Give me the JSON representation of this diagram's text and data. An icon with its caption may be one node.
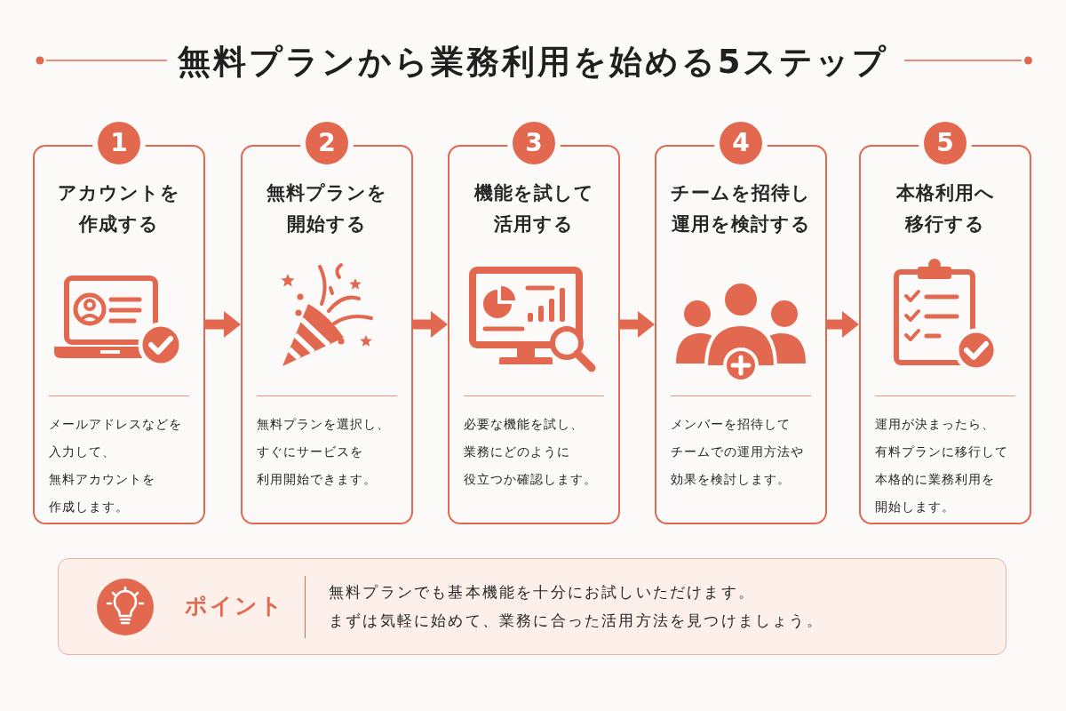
{
  "diagram": {
    "title": "無料プランから業務利用を始める5ステップ",
    "nodes": [
      {
        "text": [
          "1",
          "アカウントを作成する",
          "メールアドレスなどを入力して、無料アカウントを作成します。"
        ]
      },
      {
        "text": [
          "2",
          "無料プランを開始する",
          "無料プランを選択し、すぐにサービスを利用開始できます。"
        ]
      },
      {
        "text": [
          "3",
          "機能を試して活用する",
          "必要な機能を試し、業務にどのように役立つか確認します。"
        ]
      },
      {
        "text": [
          "4",
          "チームを招待し運用を検討する",
          "メンバーを招待してチームでの運用方法や効果を検討します。"
        ]
      },
      {
        "text": [
          "5",
          "本格利用へ移行する",
          "運用が決まったら、有料プランに移行して本格的に業務利用を開始します。"
        ]
      },
      {
        "text": [
          "ポイント",
          "無料プランでも基本機能を十分にお試しいただけます。",
          "まずは気軽に始めて、業務に合った活用方法を見つけましょう。"
        ]
      }
    ],
    "edges": [
      {
        "from": 0,
        "to": 1,
        "arrow": "to"
      },
      {
        "from": 1,
        "to": 2,
        "arrow": "to"
      },
      {
        "from": 2,
        "to": 3,
        "arrow": "to"
      },
      {
        "from": 3,
        "to": 4,
        "arrow": "to"
      }
    ]
  }
}
